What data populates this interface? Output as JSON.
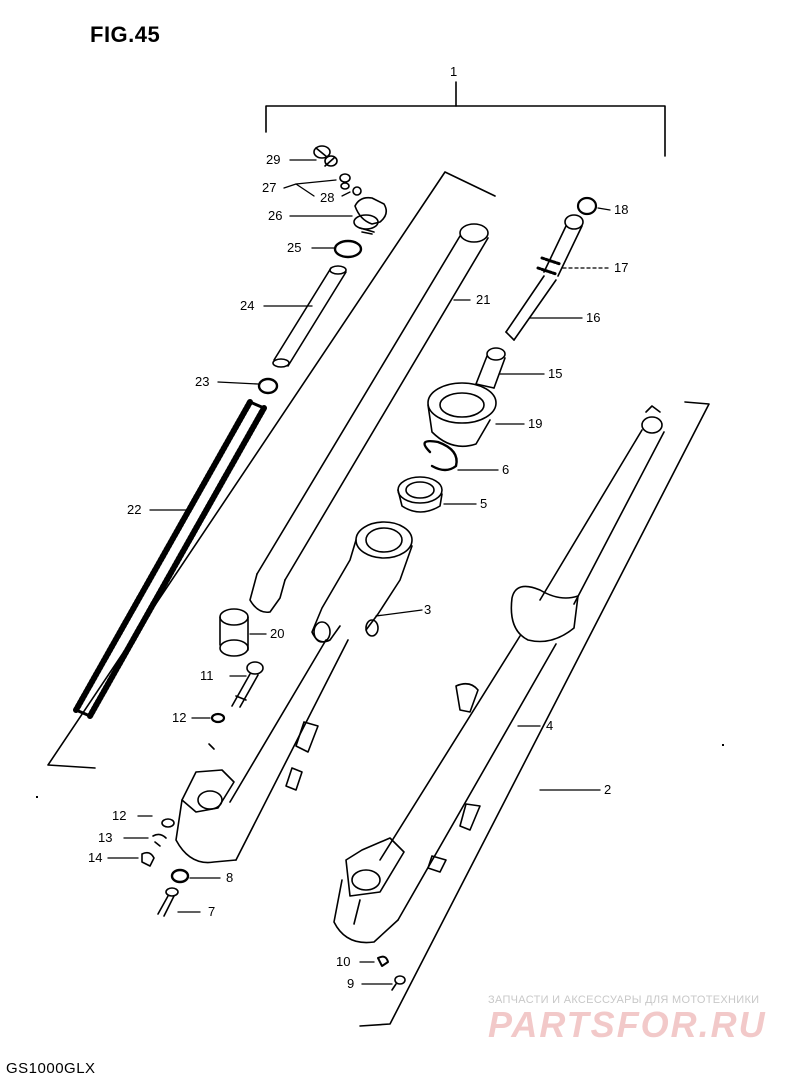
{
  "figure": {
    "title": "FIG.45",
    "model": "GS1000GLX"
  },
  "watermark": {
    "tagline": "ЗАПЧАСТИ И АКСЕССУАРЫ ДЛЯ МОТОТЕХНИКИ",
    "brand": "PARTSFOR.RU"
  },
  "callouts": {
    "c1": "1",
    "c2": "2",
    "c3": "3",
    "c4": "4",
    "c5": "5",
    "c6": "6",
    "c7": "7",
    "c8": "8",
    "c9": "9",
    "c10": "10",
    "c11": "11",
    "c12a": "12",
    "c12b": "12",
    "c13": "13",
    "c14": "14",
    "c15": "15",
    "c16": "16",
    "c17": "17",
    "c18": "18",
    "c19": "19",
    "c20": "20",
    "c21": "21",
    "c22": "22",
    "c23": "23",
    "c24": "24",
    "c25": "25",
    "c26": "26",
    "c27": "27",
    "c28": "28",
    "c29": "29"
  },
  "colors": {
    "ink": "#000000",
    "watermark_red": "#f2c9c9",
    "watermark_grey": "#c8c8c8"
  }
}
